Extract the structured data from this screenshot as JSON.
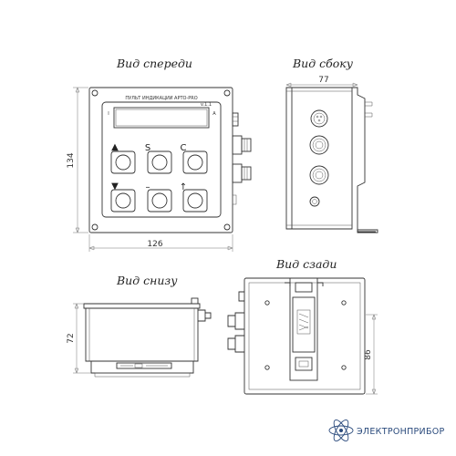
{
  "views": {
    "front": "Вид спереди",
    "side": "Вид сбоку",
    "bottom": "Вид снизу",
    "back": "Вид сзади"
  },
  "panel": {
    "title": "ПУЛЬТ ИНДИКАЦИИ АРТО-PRO",
    "version": "v.1.1",
    "ind_left": "I",
    "ind_right": "A",
    "keys": {
      "up": "▲",
      "s": "S",
      "c": "C",
      "down": "▼",
      "minus": "–",
      "plus": "↑"
    }
  },
  "dims": {
    "front_width": "126",
    "front_height": "134",
    "side_width": "77",
    "bottom_height": "72",
    "back_height": "86"
  },
  "brand": {
    "name": "ЭЛЕКТРОНПРИБОР"
  }
}
